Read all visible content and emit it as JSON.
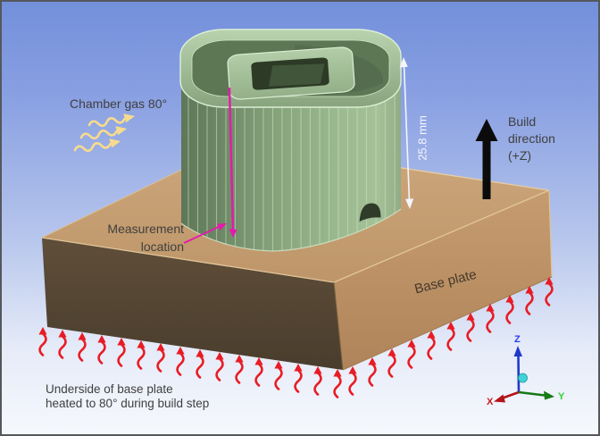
{
  "scene": {
    "description": "3D simulation setup: part on heated base plate",
    "background_top_color": "#7390db",
    "background_bottom_color": "#f6f8fd",
    "part_color": "#8aa77f",
    "plate_top_color": "#c49e72",
    "plate_front_color": "#564634"
  },
  "annotations": {
    "chamber_gas": {
      "label": "Chamber gas 80°",
      "arrow_color": "#f7db8e",
      "arrow_count": 3
    },
    "build_direction": {
      "line1": "Build",
      "line2": "direction",
      "line3": "(+Z)",
      "arrow_color": "#0b0b0b"
    },
    "dimension": {
      "label": "25.8 mm",
      "arrow_color": "#f4f4fc"
    },
    "measurement": {
      "line1": "Measurement",
      "line2": "location",
      "line_color": "#e718ae"
    },
    "base_plate": {
      "label": "Base plate"
    },
    "underside_heating": {
      "line1": "Underside of base plate",
      "line2": "heated to 80° during build step",
      "arrow_color": "#e81c24",
      "arrow_count": 27
    }
  },
  "triad": {
    "x": {
      "label": "X",
      "color": "#cc1a1a"
    },
    "y": {
      "label": "Y",
      "color": "#2fd32f"
    },
    "z": {
      "label": "Z",
      "color": "#2a3cf0"
    },
    "origin_ball_color": "#3fd2d4"
  }
}
